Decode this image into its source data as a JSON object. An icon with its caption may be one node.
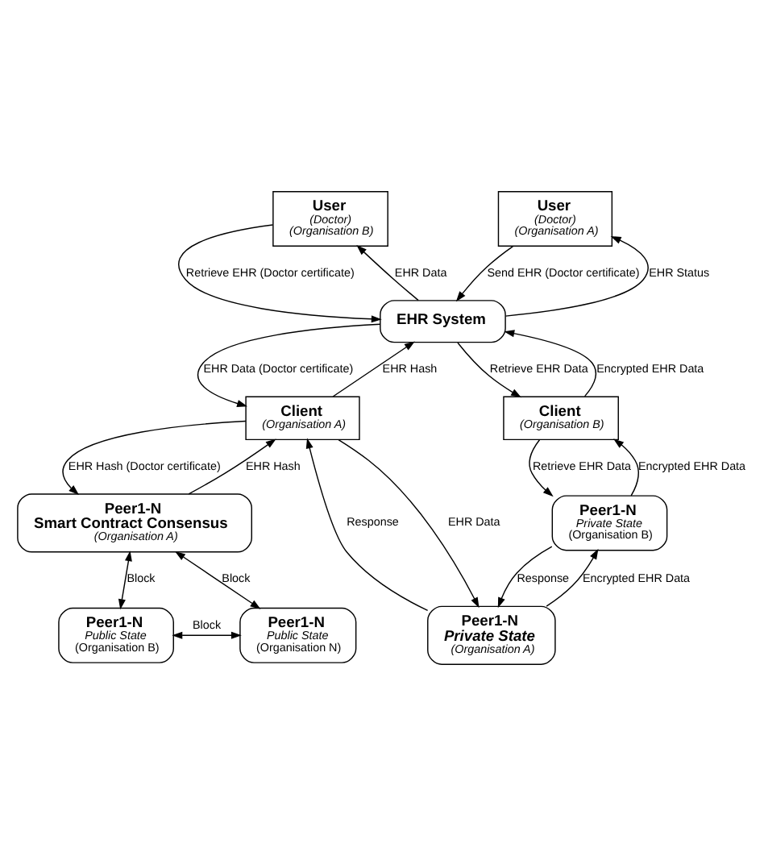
{
  "diagram": {
    "nodes": [
      {
        "text": [
          "User",
          "(Doctor)",
          "(Organisation B)"
        ]
      },
      {
        "text": [
          "User",
          "(Doctor)",
          "(Organisation A)"
        ]
      },
      {
        "text": [
          "EHR System"
        ]
      },
      {
        "text": [
          "Client",
          "(Organisation A)"
        ]
      },
      {
        "text": [
          "Client",
          "(Organisation B)"
        ]
      },
      {
        "text": [
          "Peer1-N",
          "Private State",
          "(Organisation A)"
        ]
      },
      {
        "text": [
          "Peer1-N",
          "Smart Contract Consensus",
          "(Organisation A)"
        ]
      },
      {
        "text": [
          "Peer1-N",
          "Public State",
          "(Organisation B)"
        ]
      },
      {
        "text": [
          "Peer1-N",
          "Public State",
          "(Organisation N)"
        ]
      },
      {
        "text": [
          "Peer1-N",
          "Private State",
          "(Organisation B)"
        ]
      }
    ],
    "edges": [
      {
        "from": 0,
        "to": 2,
        "arrow": "to",
        "label": "Retrieve EHR (Doctor certificate)"
      },
      {
        "from": 2,
        "to": 0,
        "arrow": "to",
        "label": "EHR Data"
      },
      {
        "from": 1,
        "to": 2,
        "arrow": "to",
        "label": "Send EHR (Doctor certificate)"
      },
      {
        "from": 2,
        "to": 1,
        "arrow": "to",
        "label": "EHR Status"
      },
      {
        "from": 2,
        "to": 3,
        "arrow": "to",
        "label": "EHR Data (Doctor certificate)"
      },
      {
        "from": 3,
        "to": 2,
        "arrow": "to",
        "label": "EHR Hash"
      },
      {
        "from": 2,
        "to": 4,
        "arrow": "to",
        "label": "Retrieve EHR Data"
      },
      {
        "from": 4,
        "to": 2,
        "arrow": "to",
        "label": "Encrypted EHR Data"
      },
      {
        "from": 3,
        "to": 5,
        "arrow": "to",
        "label": "EHR Data"
      },
      {
        "from": 5,
        "to": 3,
        "arrow": "to",
        "label": "Response"
      },
      {
        "from": 3,
        "to": 6,
        "arrow": "to",
        "label": "EHR Hash (Doctor certificate)"
      },
      {
        "from": 6,
        "to": 3,
        "arrow": "to",
        "label": "EHR Hash"
      },
      {
        "from": 6,
        "to": 7,
        "arrow": "both",
        "label": "Block"
      },
      {
        "from": 6,
        "to": 8,
        "arrow": "both",
        "label": "Block"
      },
      {
        "from": 7,
        "to": 8,
        "arrow": "both",
        "label": "Block"
      },
      {
        "from": 9,
        "to": 5,
        "arrow": "to",
        "label": "Response"
      },
      {
        "from": 5,
        "to": 9,
        "arrow": "to",
        "label": "Encrypted EHR Data"
      },
      {
        "from": 4,
        "to": 9,
        "arrow": "to",
        "label": "Retrieve EHR Data"
      },
      {
        "from": 9,
        "to": 4,
        "arrow": "to",
        "label": "Encrypted EHR Data"
      }
    ]
  }
}
